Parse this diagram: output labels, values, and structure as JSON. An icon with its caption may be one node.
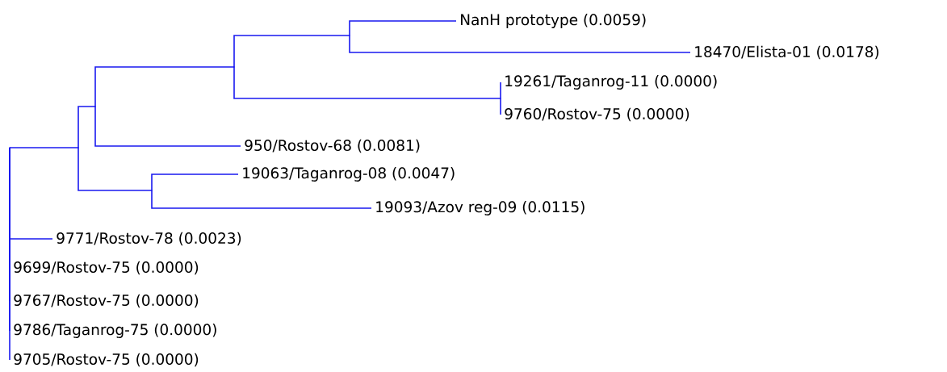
{
  "diagram": {
    "nodes": [
      {
        "text": [
          "NanH prototype (0.0059)"
        ]
      },
      {
        "text": [
          "18470/Elista-01 (0.0178)"
        ]
      },
      {
        "text": [
          "19261/Taganrog-11 (0.0000)"
        ]
      },
      {
        "text": [
          "9760/Rostov-75 (0.0000)"
        ]
      },
      {
        "text": [
          "950/Rostov-68 (0.0081)"
        ]
      },
      {
        "text": [
          "19063/Taganrog-08 (0.0047)"
        ]
      },
      {
        "text": [
          "19093/Azov reg-09 (0.0115)"
        ]
      },
      {
        "text": [
          "9771/Rostov-78 (0.0023)"
        ]
      },
      {
        "text": [
          "9699/Rostov-75 (0.0000)"
        ]
      },
      {
        "text": [
          "9767/Rostov-75 (0.0000)"
        ]
      },
      {
        "text": [
          "9786/Taganrog-75 (0.0000)"
        ]
      },
      {
        "text": [
          "9705/Rostov-75 (0.0000)"
        ]
      },
      {
        "text": [],
        "shape": "point"
      },
      {
        "text": [],
        "shape": "point"
      },
      {
        "text": [],
        "shape": "point"
      },
      {
        "text": [],
        "shape": "point"
      },
      {
        "text": [],
        "shape": "point"
      },
      {
        "text": [],
        "shape": "point"
      },
      {
        "text": [],
        "shape": "point"
      }
    ],
    "edges": [
      {
        "from": 12,
        "to": 13,
        "arrow": "none"
      },
      {
        "from": 12,
        "to": 7,
        "arrow": "none"
      },
      {
        "from": 12,
        "to": 8,
        "arrow": "none"
      },
      {
        "from": 12,
        "to": 9,
        "arrow": "none"
      },
      {
        "from": 12,
        "to": 10,
        "arrow": "none"
      },
      {
        "from": 12,
        "to": 11,
        "arrow": "none"
      },
      {
        "from": 13,
        "to": 14,
        "arrow": "none"
      },
      {
        "from": 13,
        "to": 18,
        "arrow": "none"
      },
      {
        "from": 14,
        "to": 15,
        "arrow": "none"
      },
      {
        "from": 14,
        "to": 4,
        "arrow": "none"
      },
      {
        "from": 15,
        "to": 16,
        "arrow": "none"
      },
      {
        "from": 15,
        "to": 17,
        "arrow": "none"
      },
      {
        "from": 16,
        "to": 0,
        "arrow": "none"
      },
      {
        "from": 16,
        "to": 1,
        "arrow": "none"
      },
      {
        "from": 17,
        "to": 2,
        "arrow": "none"
      },
      {
        "from": 17,
        "to": 3,
        "arrow": "none"
      },
      {
        "from": 18,
        "to": 5,
        "arrow": "none"
      },
      {
        "from": 18,
        "to": 6,
        "arrow": "none"
      }
    ]
  }
}
